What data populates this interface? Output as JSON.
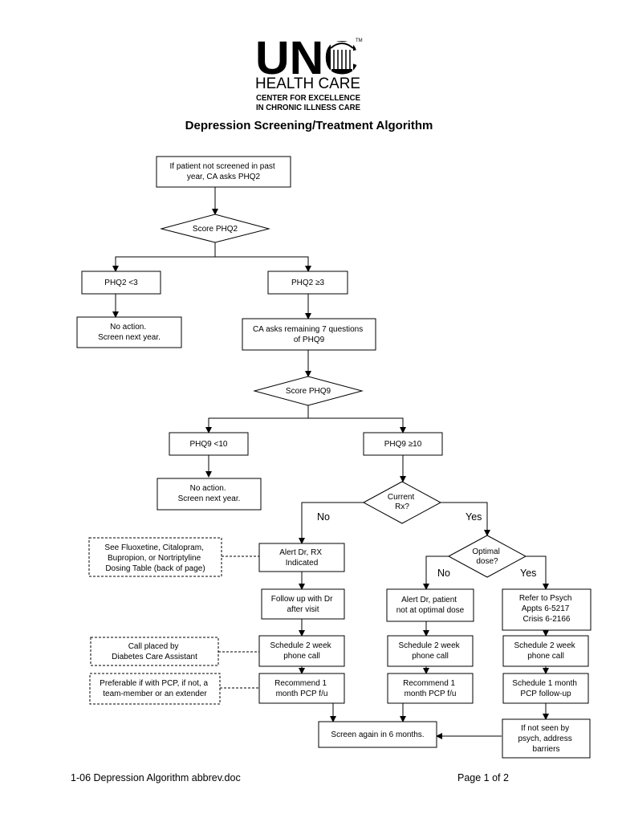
{
  "logo": {
    "brand": "UNC",
    "tm": "TM",
    "line1": "HEALTH CARE",
    "line2": "CENTER FOR EXCELLENCE",
    "line3": "IN CHRONIC ILLNESS CARE"
  },
  "title": "Depression Screening/Treatment Algorithm",
  "nodes": {
    "start": [
      "If patient not screened in past",
      "year, CA asks PHQ2"
    ],
    "score_phq2": [
      "Score PHQ2"
    ],
    "phq2_low": [
      "PHQ2 <3"
    ],
    "phq2_high": [
      "PHQ2 ≥3"
    ],
    "no_action_1": [
      "No action.",
      "Screen next year."
    ],
    "ask_phq9": [
      "CA asks remaining 7 questions",
      "of PHQ9"
    ],
    "score_phq9": [
      "Score PHQ9"
    ],
    "phq9_low": [
      "PHQ9 <10"
    ],
    "phq9_high": [
      "PHQ9 ≥10"
    ],
    "no_action_2": [
      "No action.",
      "Screen next year."
    ],
    "current_rx": [
      "Current",
      "Rx?"
    ],
    "alert_rx": [
      "Alert Dr, RX",
      "Indicated"
    ],
    "optimal_dose": [
      "Optimal",
      "dose?"
    ],
    "follow_up": [
      "Follow up with Dr",
      "after visit"
    ],
    "alert_not_optimal": [
      "Alert Dr, patient",
      "not at optimal dose"
    ],
    "refer_psych": [
      "Refer to Psych",
      "Appts 6-5217",
      "Crisis 6-2166"
    ],
    "sched_left": [
      "Schedule 2 week",
      "phone call"
    ],
    "sched_mid": [
      "Schedule 2 week",
      "phone call"
    ],
    "sched_right": [
      "Schedule 2 week",
      "phone call"
    ],
    "recommend_left": [
      "Recommend 1",
      "month PCP f/u"
    ],
    "recommend_mid": [
      "Recommend 1",
      "month PCP f/u"
    ],
    "sched_month_right": [
      "Schedule 1 month",
      "PCP follow-up"
    ],
    "screen_again": [
      "Screen again in 6 months."
    ],
    "not_seen": [
      "If not seen by",
      "psych, address",
      "barriers"
    ]
  },
  "notes": {
    "dosing": [
      "See Fluoxetine, Citalopram,",
      "Bupropion, or Nortriptyline",
      "Dosing Table (back of page)"
    ],
    "call_placed": [
      "Call placed by",
      "Diabetes Care Assistant"
    ],
    "preferable": [
      "Preferable if with PCP, if not, a",
      "team-member or an extender"
    ]
  },
  "branch_labels": {
    "rx_no": "No",
    "rx_yes": "Yes",
    "dose_no": "No",
    "dose_yes": "Yes"
  },
  "footer": {
    "left": "1-06 Depression Algorithm abbrev.doc",
    "right": "Page 1 of 2"
  }
}
